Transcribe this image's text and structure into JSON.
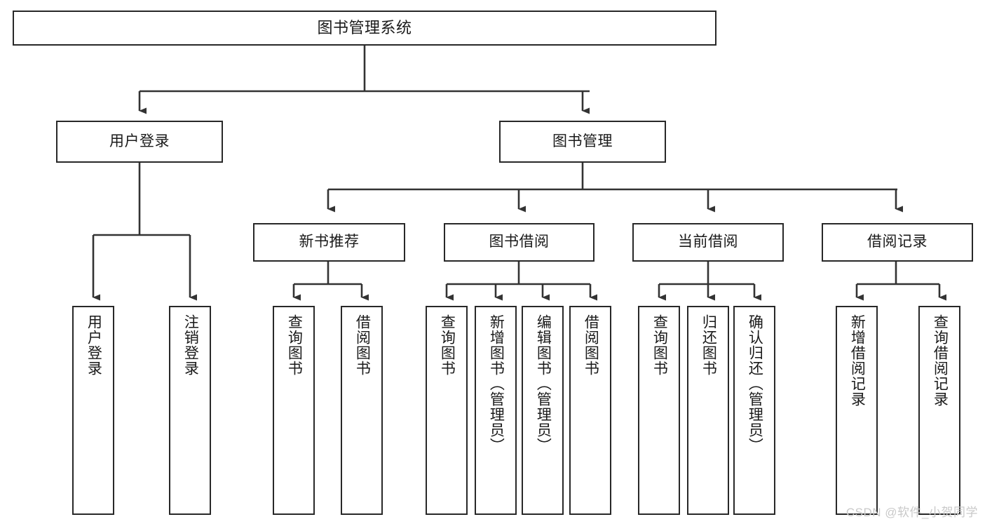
{
  "diagram": {
    "type": "tree",
    "title": "图书管理系统",
    "watermark": "CSDN @软件_小贺同学",
    "colors": {
      "box_border": "#282828",
      "connector": "#333333",
      "background": "#ffffff",
      "text": "#1a1a1a",
      "watermark": "#c9c9c9"
    },
    "nodes": {
      "root": {
        "label": "图书管理系统"
      },
      "level2": [
        {
          "label": "用户登录"
        },
        {
          "label": "图书管理"
        }
      ],
      "level3": [
        {
          "label": "新书推荐"
        },
        {
          "label": "图书借阅"
        },
        {
          "label": "当前借阅"
        },
        {
          "label": "借阅记录"
        }
      ],
      "leaves_user_login": [
        {
          "label": "用户登录"
        },
        {
          "label": "注销登录"
        }
      ],
      "leaves_new_book": [
        {
          "label": "查询图书"
        },
        {
          "label": "借阅图书"
        }
      ],
      "leaves_borrow": [
        {
          "label": "查询图书"
        },
        {
          "label": "新增图书（管理员）"
        },
        {
          "label": "编辑图书（管理员）"
        },
        {
          "label": "借阅图书"
        }
      ],
      "leaves_current": [
        {
          "label": "查询图书"
        },
        {
          "label": "归还图书"
        },
        {
          "label": "确认归还（管理员）"
        }
      ],
      "leaves_records": [
        {
          "label": "新增借阅记录"
        },
        {
          "label": "查询借阅记录"
        }
      ]
    }
  }
}
